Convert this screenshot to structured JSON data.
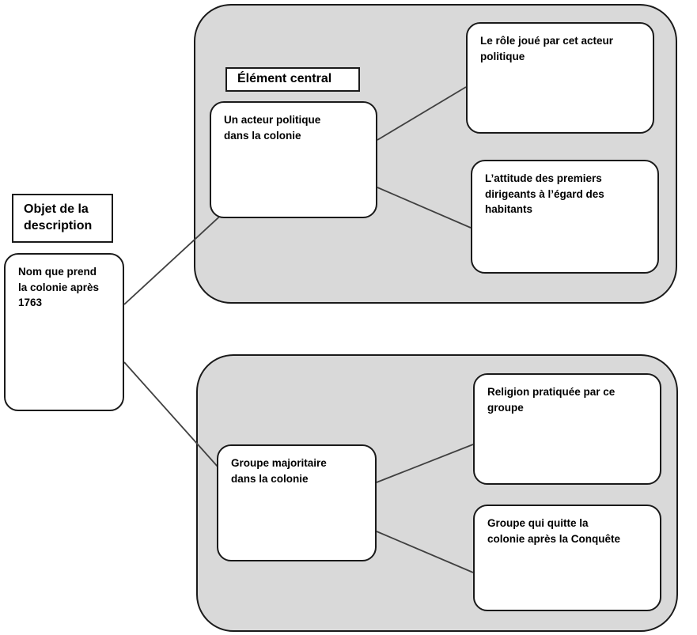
{
  "diagram": {
    "type": "concept-map",
    "title_labels": {
      "subject_label": "Objet de la\ndescription",
      "central_label": "Élément central"
    },
    "subject_node": {
      "text": "Nom que prend\nla colonie après\n1763"
    },
    "groups": [
      {
        "id": "group-top",
        "central": {
          "text": "Un acteur politique\ndans la colonie"
        },
        "branches": [
          {
            "id": "top-a",
            "text": "Le rôle joué par cet acteur\npolitique"
          },
          {
            "id": "top-b",
            "text": "L’attitude des premiers\ndirigeants à l’égard des\nhabitants"
          }
        ]
      },
      {
        "id": "group-bottom",
        "central": {
          "text": "Groupe majoritaire\ndans la colonie"
        },
        "branches": [
          {
            "id": "bot-a",
            "text": "Religion pratiquée par ce\ngroupe"
          },
          {
            "id": "bot-b",
            "text": "Groupe qui quitte la\ncolonie après la Conquête"
          }
        ]
      }
    ],
    "colors": {
      "group_fill": "#d9d9d9",
      "node_fill": "#ffffff",
      "stroke": "#1a1a1a",
      "connector": "#404040",
      "text": "#000000"
    }
  }
}
